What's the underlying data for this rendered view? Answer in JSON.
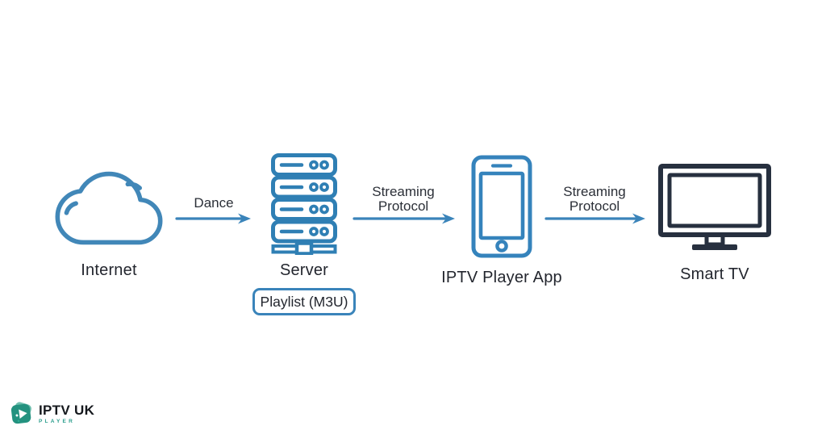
{
  "colors": {
    "diagram_blue": "#3a84ba",
    "tv_navy": "#27303f",
    "label_dark": "#23262e",
    "logo_teal": "#2a9d8c"
  },
  "nodes": {
    "internet": {
      "label": "Internet"
    },
    "server": {
      "label": "Server",
      "playlist": "Playlist (M3U)"
    },
    "player_app": {
      "label": "IPTV Player App"
    },
    "smart_tv": {
      "label": "Smart TV"
    }
  },
  "arrows": {
    "internet_to_server": {
      "label": "Dance"
    },
    "server_to_app": {
      "line1": "Streaming",
      "line2": "Protocol"
    },
    "app_to_tv": {
      "line1": "Streaming",
      "line2": "Protocol"
    }
  },
  "logo": {
    "title": "IPTV UK",
    "subtitle": "PLAYER"
  }
}
